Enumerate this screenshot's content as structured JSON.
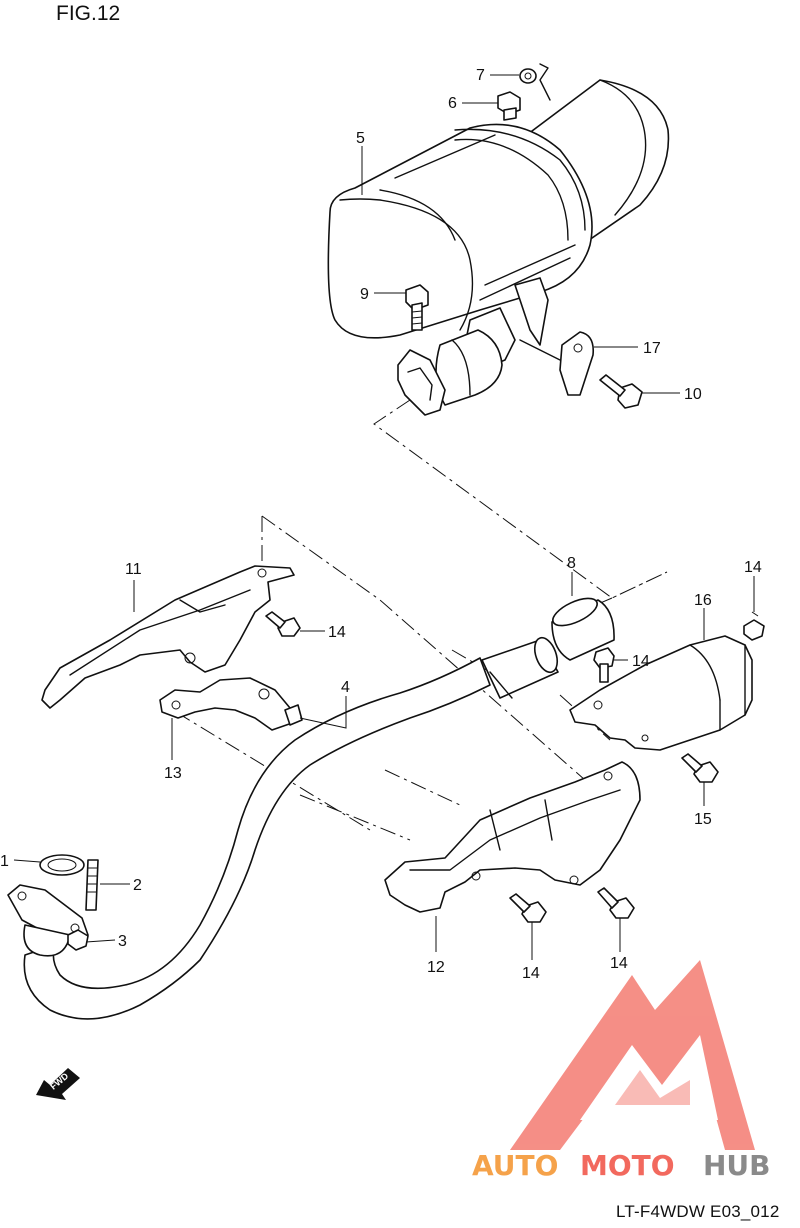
{
  "figure": {
    "title": "FIG.12",
    "drawing_code": "LT-F4WDW E03_012"
  },
  "callouts": [
    {
      "id": "1",
      "part": "gasket"
    },
    {
      "id": "2",
      "part": "stud"
    },
    {
      "id": "3",
      "part": "nut"
    },
    {
      "id": "4",
      "part": "exhaust-pipe"
    },
    {
      "id": "5",
      "part": "muffler"
    },
    {
      "id": "6",
      "part": "nut"
    },
    {
      "id": "7",
      "part": "washer"
    },
    {
      "id": "8",
      "part": "connector-gasket"
    },
    {
      "id": "9",
      "part": "bolt"
    },
    {
      "id": "10",
      "part": "bolt"
    },
    {
      "id": "11",
      "part": "heat-shield"
    },
    {
      "id": "12",
      "part": "heat-shield"
    },
    {
      "id": "13",
      "part": "bracket"
    },
    {
      "id": "14",
      "part": "bolt"
    },
    {
      "id": "15",
      "part": "bolt"
    },
    {
      "id": "16",
      "part": "heat-shield"
    },
    {
      "id": "17",
      "part": "bracket"
    }
  ],
  "direction_marker": {
    "label": "FWD",
    "icon": "fwd-arrow-icon"
  },
  "watermark": {
    "part1": "AUTO",
    "part2": "MOTO",
    "part3": "HUB",
    "colors": {
      "orange": "#f5a24a",
      "red": "#f2695e",
      "gray": "#8a8a8a"
    }
  }
}
